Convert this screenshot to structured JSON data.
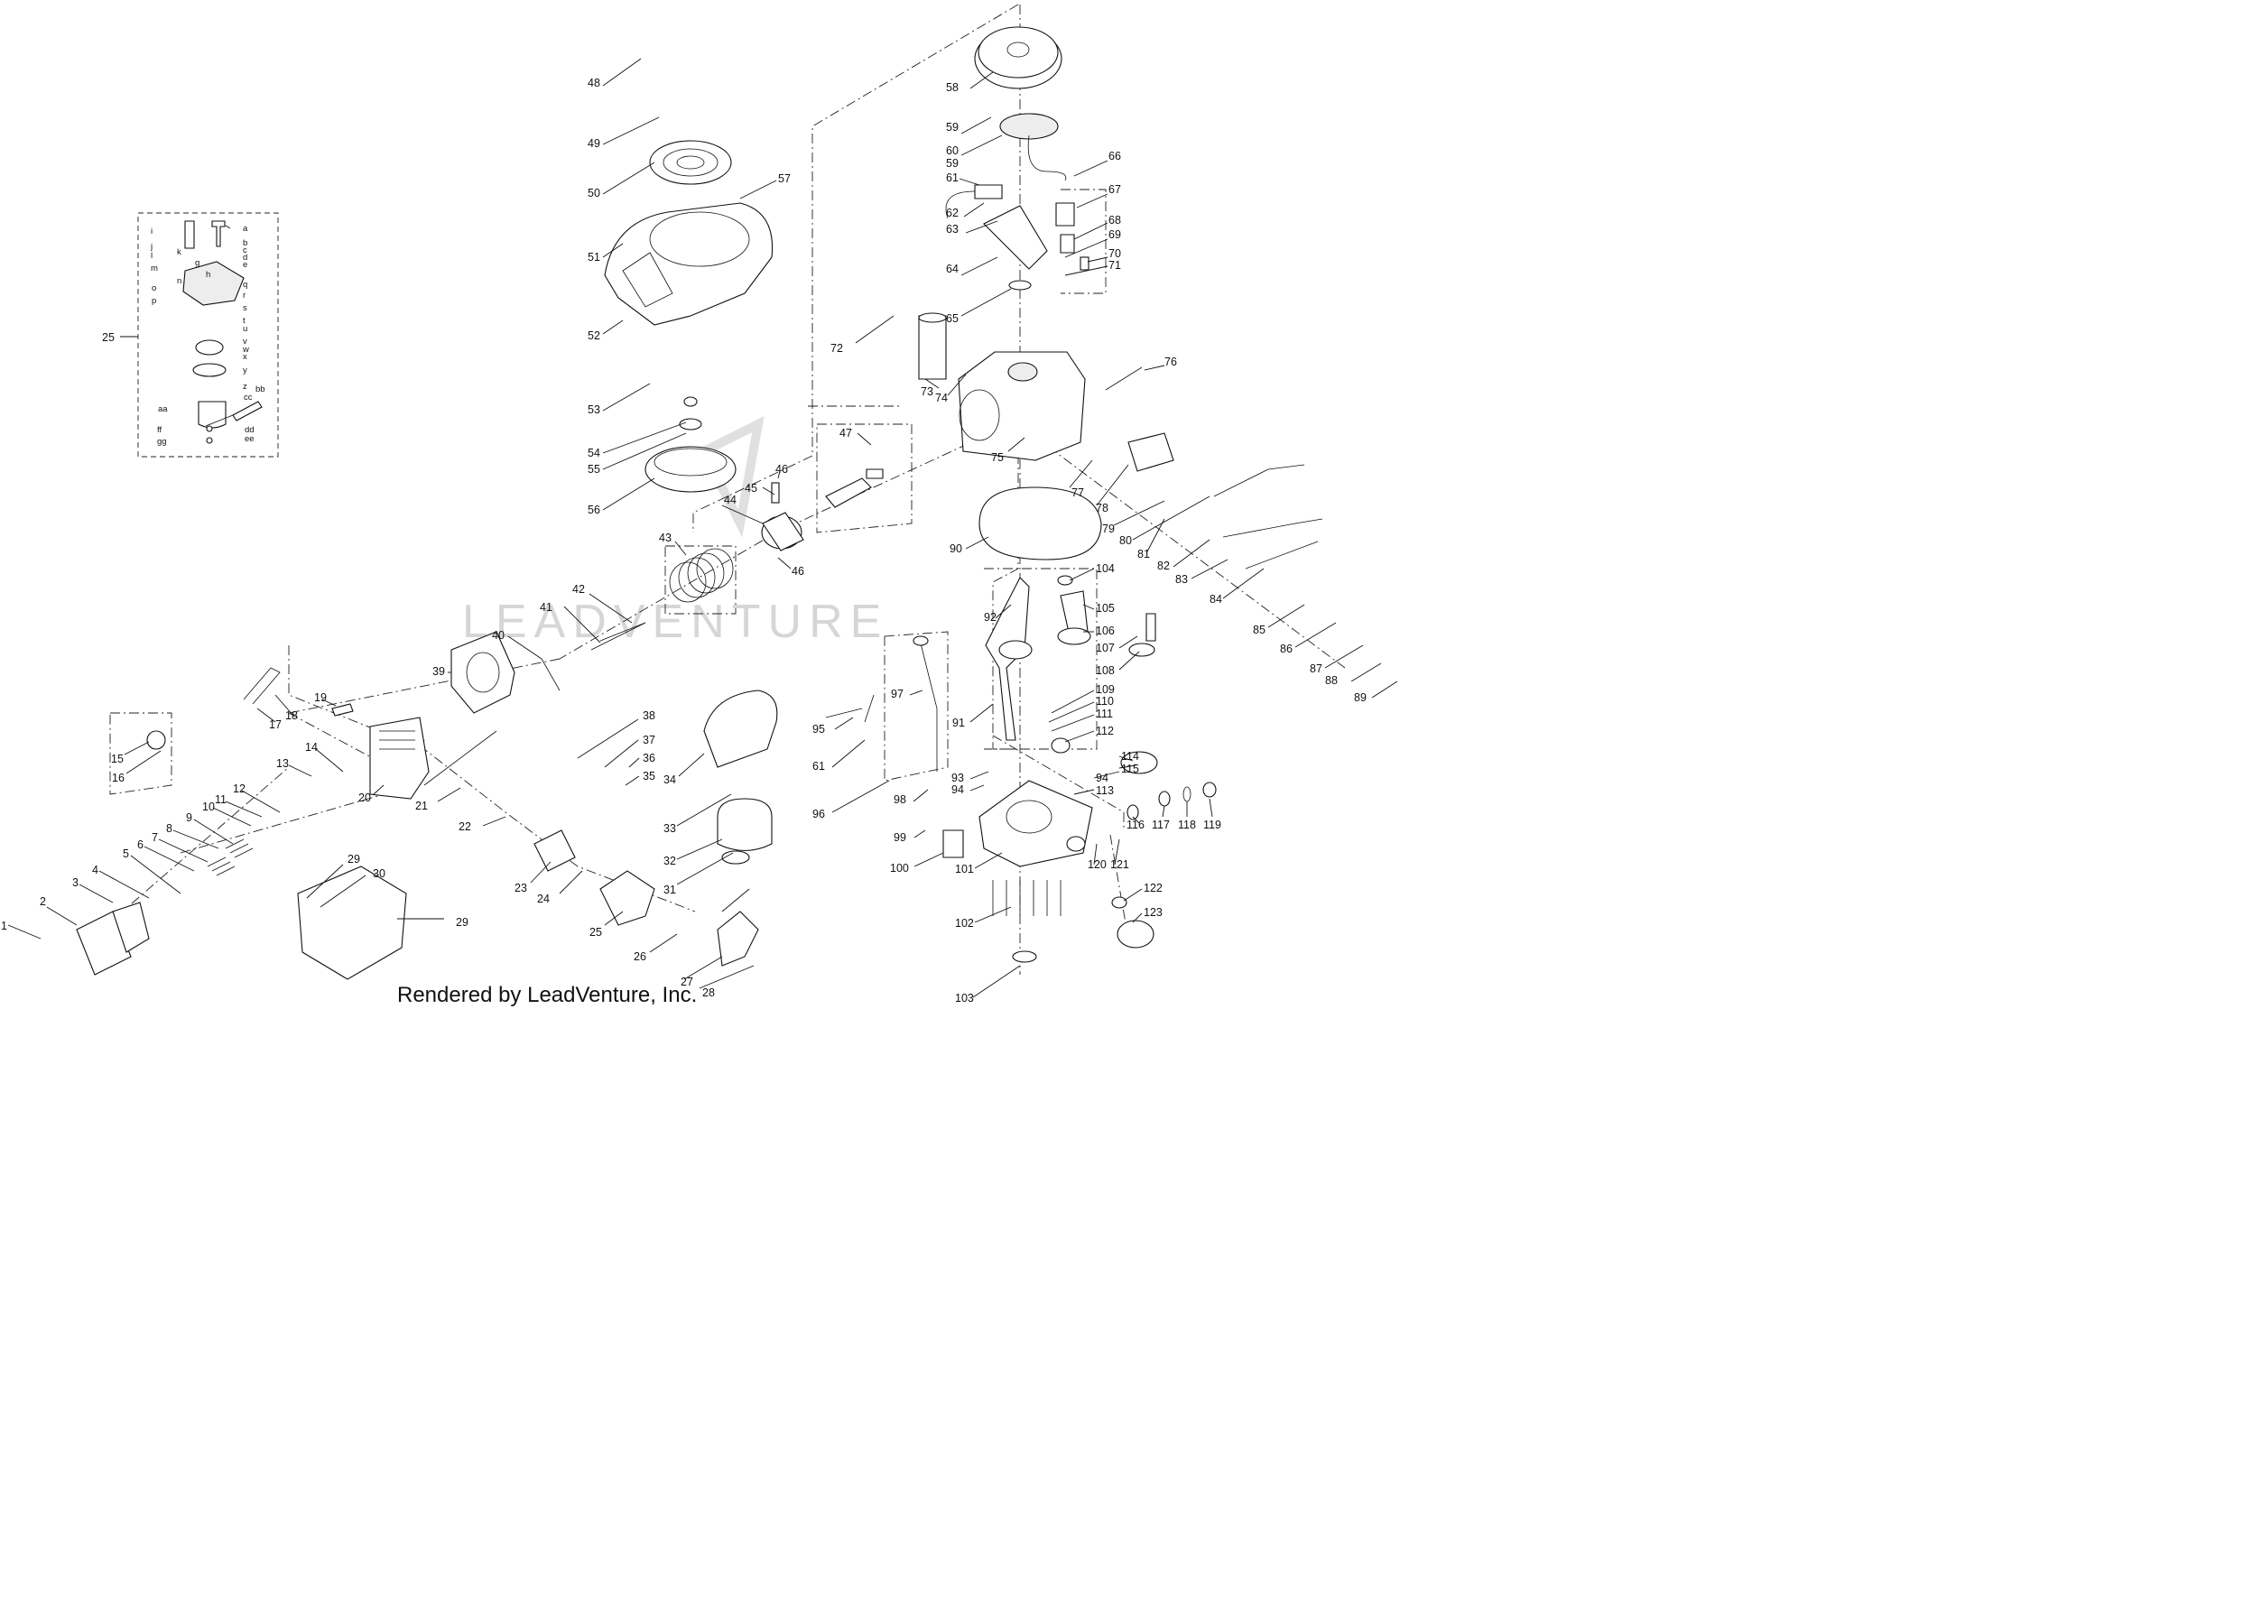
{
  "footer_text": "Rendered by LeadVenture, Inc.",
  "watermark_text": "LEADVENTURE",
  "callout_labels": [
    "1",
    "2",
    "3",
    "4",
    "5",
    "6",
    "7",
    "8",
    "9",
    "10",
    "11",
    "12",
    "13",
    "14",
    "15",
    "16",
    "17",
    "18",
    "19",
    "20",
    "21",
    "22",
    "23",
    "24",
    "25",
    "26",
    "27",
    "28",
    "29",
    "30",
    "31",
    "32",
    "33",
    "34",
    "35",
    "36",
    "37",
    "38",
    "39",
    "40",
    "41",
    "42",
    "43",
    "44",
    "45",
    "46",
    "47",
    "48",
    "49",
    "50",
    "51",
    "52",
    "53",
    "54",
    "55",
    "56",
    "57",
    "58",
    "59",
    "60",
    "61",
    "62",
    "63",
    "64",
    "65",
    "66",
    "67",
    "68",
    "69",
    "70",
    "71",
    "72",
    "73",
    "74",
    "75",
    "76",
    "77",
    "78",
    "79",
    "80",
    "81",
    "82",
    "83",
    "84",
    "85",
    "86",
    "87",
    "88",
    "89",
    "90",
    "91",
    "92",
    "93",
    "94",
    "95",
    "96",
    "97",
    "98",
    "99",
    "100",
    "101",
    "102",
    "103",
    "104",
    "105",
    "106",
    "107",
    "108",
    "109",
    "110",
    "111",
    "112",
    "113",
    "114",
    "115",
    "116",
    "117",
    "118",
    "119",
    "120",
    "121",
    "122",
    "123"
  ],
  "carburetor_sub_labels": [
    "a",
    "b",
    "c",
    "d",
    "e",
    "g",
    "h",
    "i",
    "j",
    "k",
    "l",
    "m",
    "n",
    "o",
    "p",
    "q",
    "r",
    "s",
    "t",
    "u",
    "v",
    "w",
    "x",
    "y",
    "z",
    "aa",
    "bb",
    "cc",
    "dd",
    "ee",
    "ff",
    "gg"
  ]
}
